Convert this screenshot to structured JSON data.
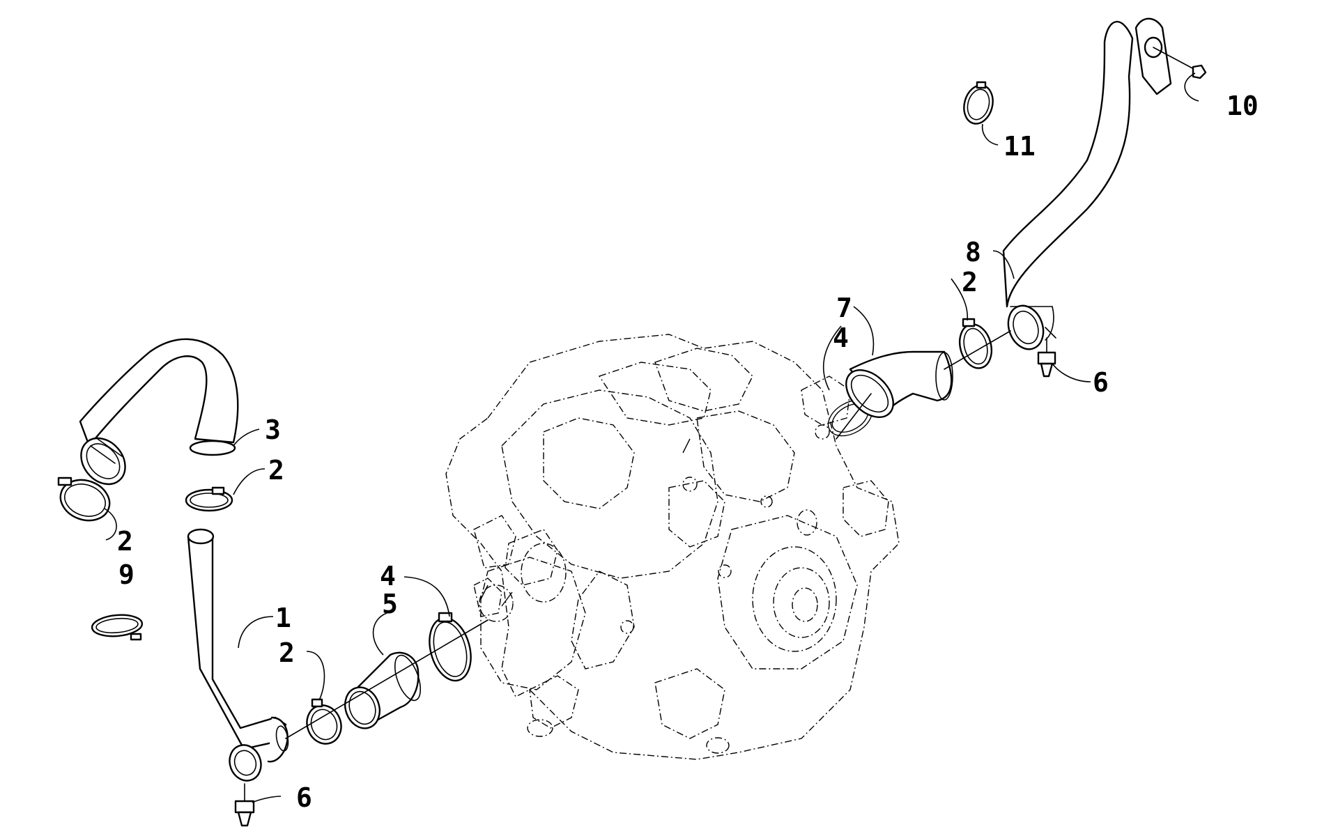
{
  "diagram": {
    "callouts": {
      "c1": "1",
      "c2a": "2",
      "c2b": "2",
      "c2c": "2",
      "c2d": "2",
      "c3": "3",
      "c4a": "4",
      "c4b": "4",
      "c5": "5",
      "c6a": "6",
      "c6b": "6",
      "c7": "7",
      "c8": "8",
      "c9": "9",
      "c10": "10",
      "c11": "11"
    }
  }
}
